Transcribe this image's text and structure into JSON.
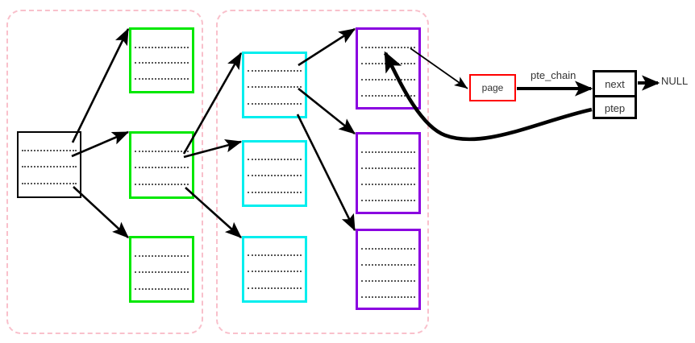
{
  "diagram": {
    "title": "reverse mapping pte_chain diagram",
    "colors": {
      "group_border": "#f9c0cb",
      "level0": "#000000",
      "level1": "#00e800",
      "level2": "#00eeee",
      "level3": "#8a00e0",
      "page": "#ff0000",
      "arrow": "#000000",
      "text": "#333333"
    },
    "groups": [
      {
        "name": "page-directory-group",
        "label": ""
      },
      {
        "name": "page-table-group",
        "label": ""
      }
    ],
    "tables": [
      {
        "name": "pgd-table",
        "color_key": "level0",
        "rows": 3,
        "label": ""
      },
      {
        "name": "pmd-table-1",
        "color_key": "level1",
        "rows": 3,
        "label": ""
      },
      {
        "name": "pmd-table-2",
        "color_key": "level1",
        "rows": 3,
        "label": ""
      },
      {
        "name": "pmd-table-3",
        "color_key": "level1",
        "rows": 3,
        "label": ""
      },
      {
        "name": "pte-table-1",
        "color_key": "level2",
        "rows": 3,
        "label": ""
      },
      {
        "name": "pte-table-2",
        "color_key": "level2",
        "rows": 3,
        "label": ""
      },
      {
        "name": "pte-table-3",
        "color_key": "level2",
        "rows": 3,
        "label": ""
      },
      {
        "name": "page-frame-1",
        "color_key": "level3",
        "rows": 4,
        "label": ""
      },
      {
        "name": "page-frame-2",
        "color_key": "level3",
        "rows": 4,
        "label": ""
      },
      {
        "name": "page-frame-3",
        "color_key": "level3",
        "rows": 4,
        "label": ""
      }
    ],
    "page_box": {
      "label": "page"
    },
    "pte_chain_label": "pte_chain",
    "chain_node": {
      "next_label": "next",
      "ptep_label": "ptep"
    },
    "null_label": "NULL"
  }
}
